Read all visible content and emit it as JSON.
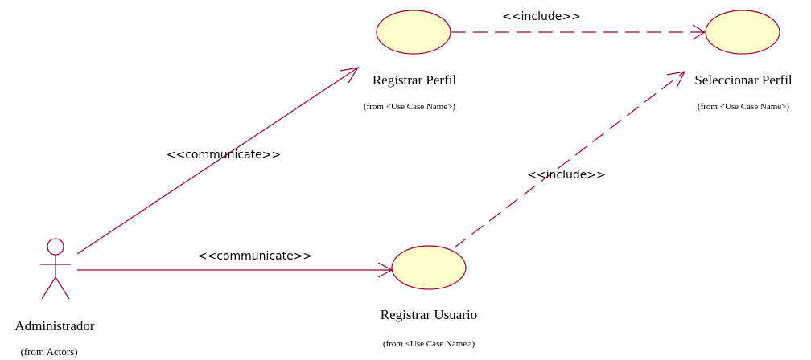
{
  "actors": [
    {
      "name": "Administrador",
      "origin": "(from Actors)"
    }
  ],
  "use_cases": {
    "registrar_perfil": {
      "name": "Registrar Perfil",
      "origin": "(from <Use Case Name>)"
    },
    "seleccionar_perfil": {
      "name": "Seleccionar Perfil",
      "origin": "(from <Use Case Name>)"
    },
    "registrar_usuario": {
      "name": "Registrar Usuario",
      "origin": "(from <Use Case Name>)"
    }
  },
  "relations": {
    "communicate_perfil": "<<communicate>>",
    "communicate_usuario": "<<communicate>>",
    "include_top": "<<include>>",
    "include_diag": "<<include>>"
  },
  "colors": {
    "line": "#990033",
    "use_case_fill": "#ffffcc"
  }
}
